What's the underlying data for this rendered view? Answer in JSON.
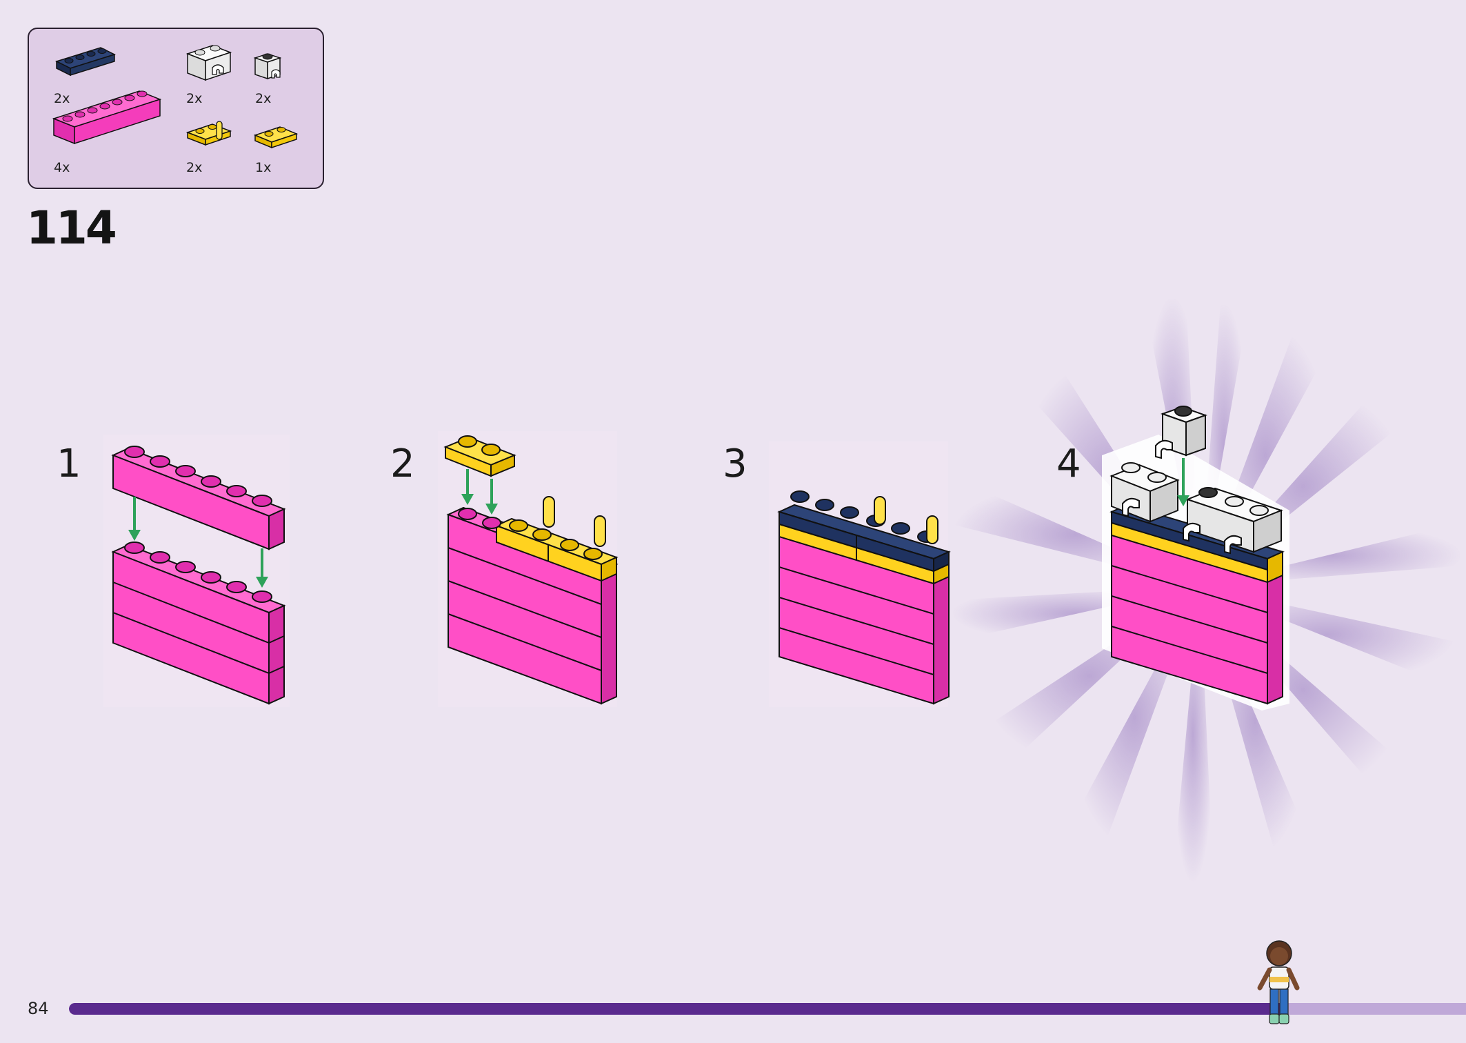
{
  "parts_list": [
    {
      "part": "navy-plate-1x4",
      "quantity": "2x"
    },
    {
      "part": "pink-brick-1x6",
      "quantity": "4x"
    },
    {
      "part": "white-brick-clip",
      "quantity": "2x"
    },
    {
      "part": "yellow-plate-bar",
      "quantity": "2x"
    },
    {
      "part": "white-round-clip-brick",
      "quantity": "2x"
    },
    {
      "part": "yellow-plate-1x2",
      "quantity": "1x"
    }
  ],
  "step_number": "114",
  "substeps": [
    "1",
    "2",
    "3",
    "4"
  ],
  "page_number": "84",
  "progress_fraction": 0.87,
  "colors": {
    "background": "#ece4f1",
    "pink": "#ff4fc6",
    "yellow": "#ffd21f",
    "navy": "#1f3260",
    "white_brick": "#f2f2f2",
    "arrow": "#2ea25a",
    "progress": "#5a2a8e"
  }
}
